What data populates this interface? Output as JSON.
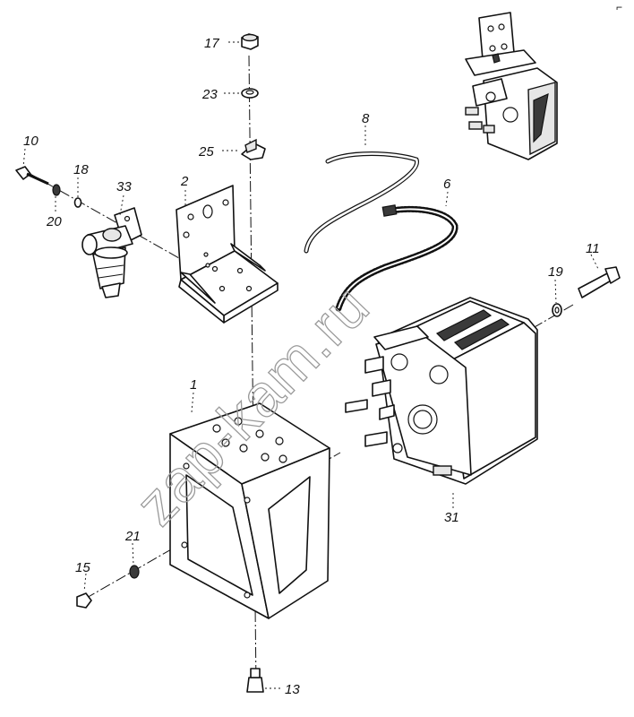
{
  "diagram": {
    "watermark": "zap-kam.ru",
    "corner_mark": "⌐",
    "callouts": [
      {
        "id": "1",
        "part": "mounting-bracket-large"
      },
      {
        "id": "2",
        "part": "mounting-bracket-small"
      },
      {
        "id": "6",
        "part": "hose"
      },
      {
        "id": "8",
        "part": "tube"
      },
      {
        "id": "10",
        "part": "bolt"
      },
      {
        "id": "11",
        "part": "bolt-long"
      },
      {
        "id": "13",
        "part": "bolt"
      },
      {
        "id": "15",
        "part": "nut"
      },
      {
        "id": "17",
        "part": "nut"
      },
      {
        "id": "18",
        "part": "washer"
      },
      {
        "id": "19",
        "part": "washer"
      },
      {
        "id": "20",
        "part": "washer"
      },
      {
        "id": "21",
        "part": "washer"
      },
      {
        "id": "23",
        "part": "washer"
      },
      {
        "id": "25",
        "part": "plate"
      },
      {
        "id": "31",
        "part": "valve-unit"
      },
      {
        "id": "33",
        "part": "filter"
      }
    ]
  }
}
